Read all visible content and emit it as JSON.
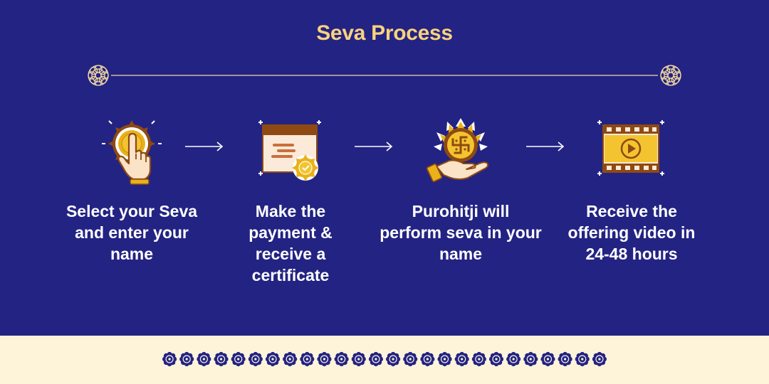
{
  "page": {
    "title": "Seva Process"
  },
  "colors": {
    "background": "#232383",
    "title": "#F9D27E",
    "accent": "#E9B21A",
    "brown": "#8E4A12",
    "footer": "#FDF4DA",
    "flower": "#232383"
  },
  "steps": [
    {
      "icon": "hand-tap-icon",
      "label_lines": [
        "Select your Seva",
        "and enter your",
        "name"
      ]
    },
    {
      "icon": "certificate-icon",
      "label_lines": [
        "Make the",
        "payment &",
        "receive a",
        "certificate"
      ]
    },
    {
      "icon": "swastika-hand-icon",
      "label_lines": [
        "Purohitji will",
        "perform seva in your",
        "name"
      ]
    },
    {
      "icon": "video-play-icon",
      "label_lines": [
        "Receive the",
        "offering video in",
        "24-48 hours"
      ]
    }
  ],
  "footer": {
    "ornament": "flower-border",
    "flower_count": 26
  }
}
